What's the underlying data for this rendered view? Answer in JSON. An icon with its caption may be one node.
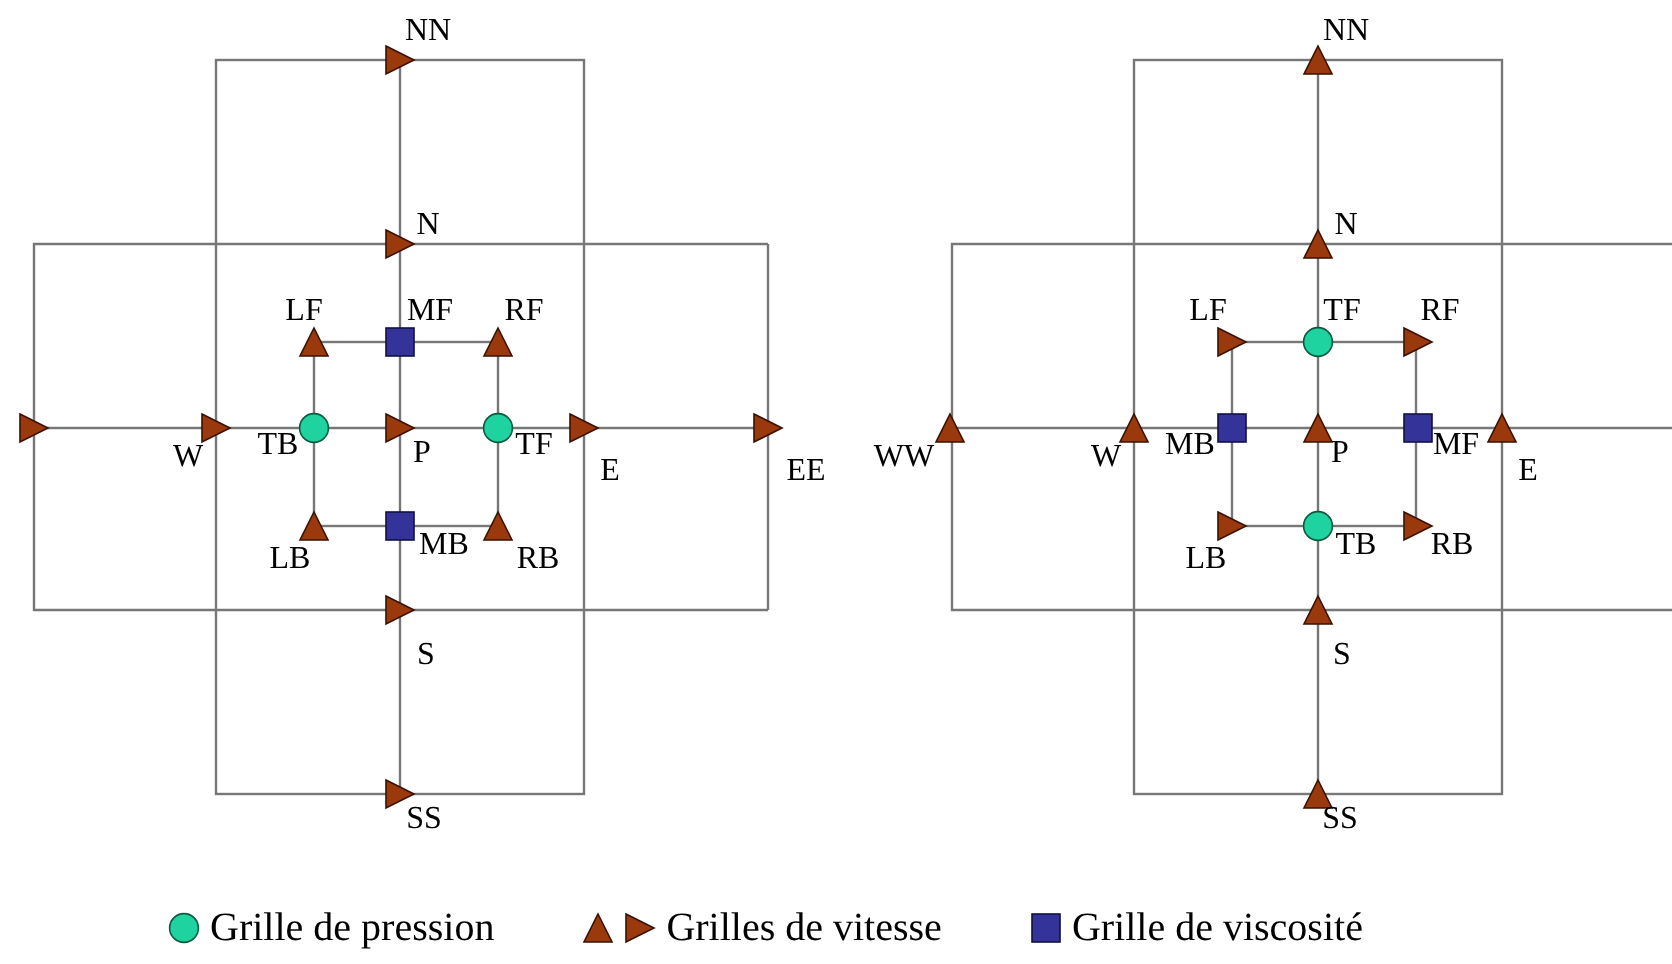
{
  "diagram": {
    "nodes": [
      {
        "text": [],
        "shape": "triangle",
        "beside": [
          "NN"
        ]
      },
      {
        "text": [],
        "shape": "triangle",
        "beside": [
          "N"
        ]
      },
      {
        "text": [],
        "shape": "triangle",
        "beside": [
          "LF"
        ]
      },
      {
        "text": [],
        "shape": "square",
        "beside": [
          "MF"
        ]
      },
      {
        "text": [],
        "shape": "triangle",
        "beside": [
          "RF"
        ]
      },
      {
        "text": [],
        "shape": "triangle"
      },
      {
        "text": [],
        "shape": "triangle",
        "beside": [
          "W"
        ]
      },
      {
        "text": [],
        "shape": "circle",
        "beside": [
          "TB"
        ]
      },
      {
        "text": [],
        "shape": "triangle",
        "beside": [
          "P"
        ]
      },
      {
        "text": [],
        "shape": "circle",
        "beside": [
          "TF"
        ]
      },
      {
        "text": [],
        "shape": "triangle",
        "beside": [
          "E"
        ]
      },
      {
        "text": [],
        "shape": "triangle",
        "beside": [
          "EE"
        ]
      },
      {
        "text": [],
        "shape": "triangle",
        "beside": [
          "LB"
        ]
      },
      {
        "text": [],
        "shape": "square",
        "beside": [
          "MB"
        ]
      },
      {
        "text": [],
        "shape": "triangle",
        "beside": [
          "RB"
        ]
      },
      {
        "text": [],
        "shape": "triangle",
        "beside": [
          "S"
        ]
      },
      {
        "text": [],
        "shape": "triangle",
        "beside": [
          "SS"
        ]
      },
      {
        "text": [],
        "shape": "triangle",
        "beside": [
          "NN"
        ]
      },
      {
        "text": [],
        "shape": "triangle",
        "beside": [
          "N"
        ]
      },
      {
        "text": [],
        "shape": "triangle",
        "beside": [
          "LF"
        ]
      },
      {
        "text": [],
        "shape": "circle",
        "beside": [
          "TF"
        ]
      },
      {
        "text": [],
        "shape": "triangle",
        "beside": [
          "RF"
        ]
      },
      {
        "text": [],
        "shape": "triangle",
        "beside": [
          "WW"
        ]
      },
      {
        "text": [],
        "shape": "triangle",
        "beside": [
          "W"
        ]
      },
      {
        "text": [],
        "shape": "square",
        "beside": [
          "MB"
        ]
      },
      {
        "text": [],
        "shape": "triangle",
        "beside": [
          "P"
        ]
      },
      {
        "text": [],
        "shape": "square",
        "beside": [
          "MF"
        ]
      },
      {
        "text": [],
        "shape": "triangle",
        "beside": [
          "E"
        ]
      },
      {
        "text": [],
        "shape": "triangle",
        "beside": [
          "LB"
        ]
      },
      {
        "text": [],
        "shape": "circle",
        "beside": [
          "TB"
        ]
      },
      {
        "text": [],
        "shape": "triangle",
        "beside": [
          "RB"
        ]
      },
      {
        "text": [],
        "shape": "triangle",
        "beside": [
          "S"
        ]
      },
      {
        "text": [],
        "shape": "triangle",
        "beside": [
          "SS"
        ]
      }
    ],
    "legend": [
      {
        "text": "Grille de pression"
      },
      {
        "text": "Grilles de vitesse"
      },
      {
        "text": "Grille de viscosité"
      }
    ]
  }
}
